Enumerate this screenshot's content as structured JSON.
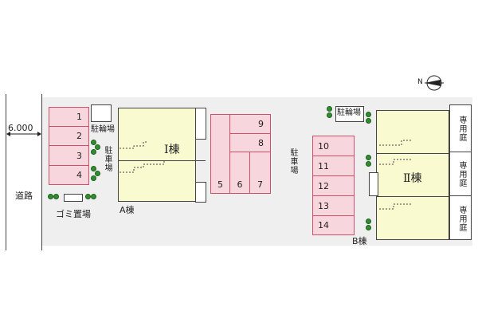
{
  "road": {
    "label": "道路",
    "width": "6.000"
  },
  "parking_left": {
    "spots": [
      "1",
      "2",
      "3",
      "4"
    ],
    "label": "駐車場"
  },
  "bicycle_left": {
    "label": "駐輪場"
  },
  "garbage": {
    "label": "ゴミ置場"
  },
  "building_a": {
    "name": "Ⅰ棟",
    "caption": "A棟"
  },
  "parking_center": {
    "top": [
      "9",
      "8"
    ],
    "bottom": [
      "5",
      "6",
      "7"
    ]
  },
  "parking_main": {
    "label": "駐車場"
  },
  "parking_right": {
    "spots": [
      "10",
      "11",
      "12",
      "13",
      "14"
    ]
  },
  "bicycle_right": {
    "label": "駐輪場"
  },
  "building_b": {
    "name": "Ⅱ棟",
    "caption": "B棟"
  },
  "gardens": {
    "label": "専用庭"
  },
  "compass": {
    "label": "N"
  },
  "colors": {
    "parking_fill": "#f7d6dd",
    "parking_border": "#d0506a",
    "building_fill": "#fafad0",
    "tree": "#2f8f2f"
  }
}
